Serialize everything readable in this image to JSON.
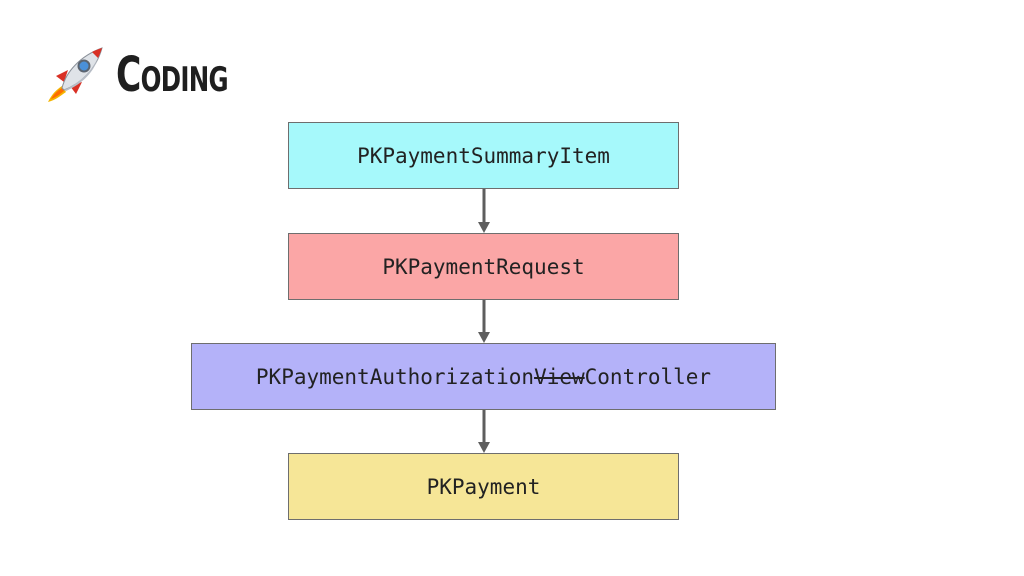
{
  "header": {
    "icon": "rocket-icon",
    "title": "Coding"
  },
  "diagram": {
    "nodes": [
      {
        "id": "summary-item",
        "label": "PKPaymentSummaryItem",
        "color": "#a6f9fb"
      },
      {
        "id": "request",
        "label": "PKPaymentRequest",
        "color": "#fba6a6"
      },
      {
        "id": "authorization",
        "label_parts": [
          "PKPaymentAuthorization",
          "View",
          "Controller"
        ],
        "struck_part": "View",
        "color": "#b4b2f9"
      },
      {
        "id": "payment",
        "label": "PKPayment",
        "color": "#f6e697"
      }
    ],
    "edges": [
      {
        "from": "summary-item",
        "to": "request"
      },
      {
        "from": "request",
        "to": "authorization"
      },
      {
        "from": "authorization",
        "to": "payment"
      }
    ],
    "edge_color": "#5e5e5e"
  }
}
